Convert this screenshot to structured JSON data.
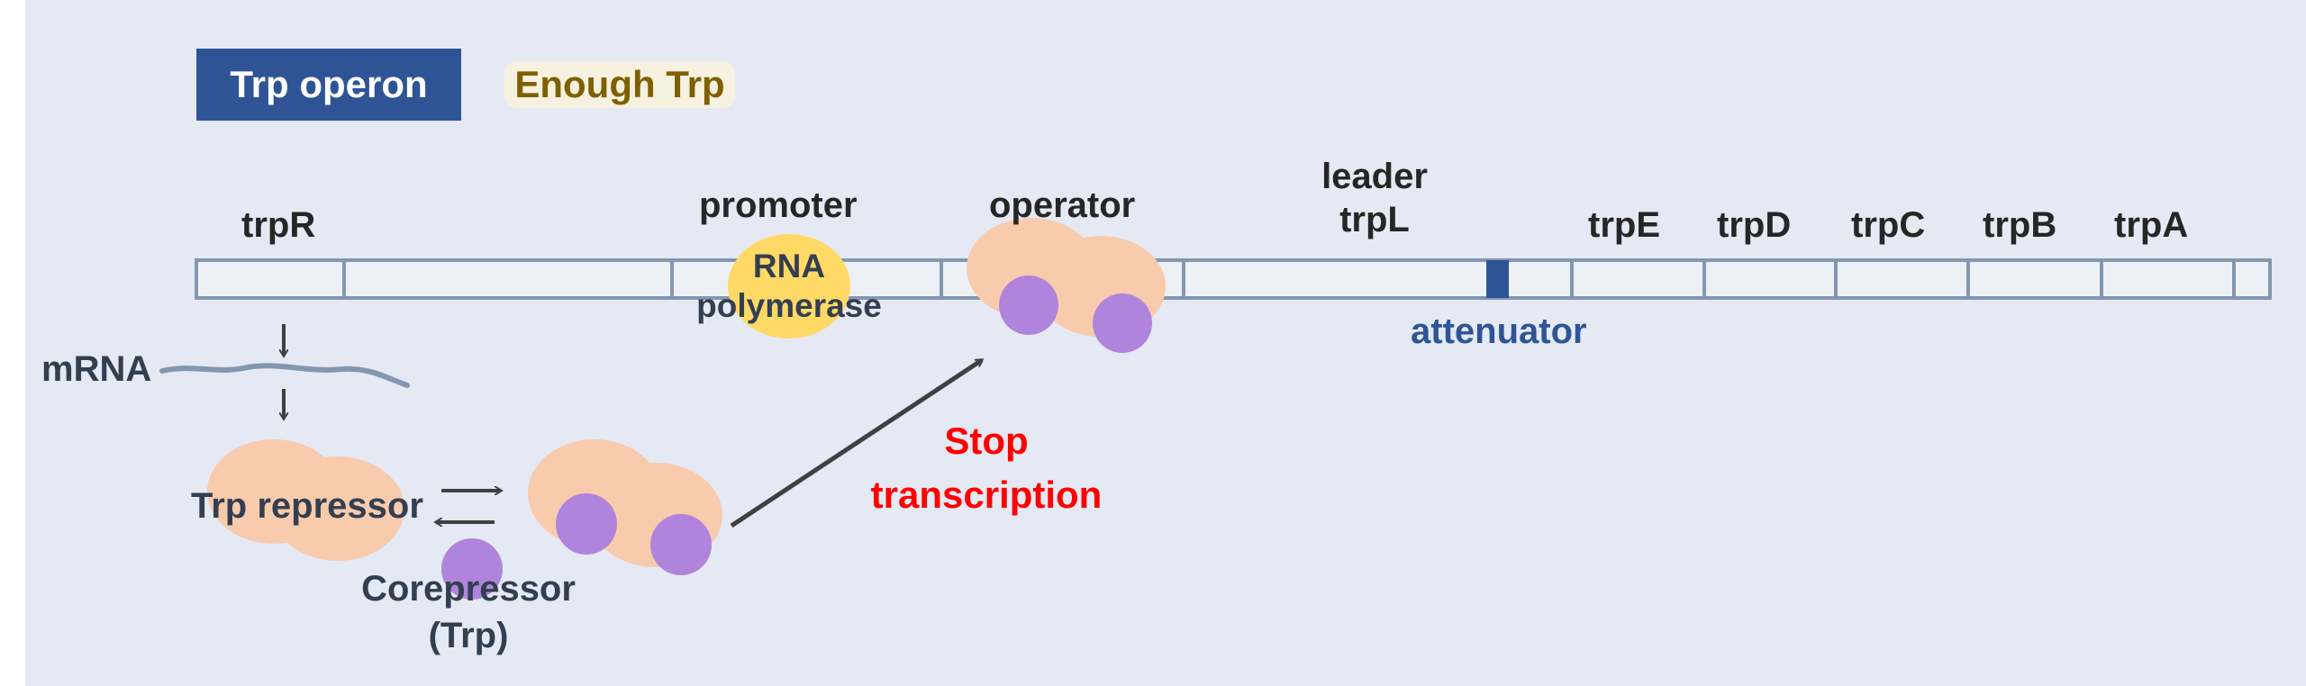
{
  "header": {
    "title": "Trp operon",
    "condition": "Enough Trp"
  },
  "genes": {
    "trpR": "trpR",
    "promoter": "promoter",
    "operator": "operator",
    "leader_line1": "leader",
    "leader_line2": "trpL",
    "trpE": "trpE",
    "trpD": "trpD",
    "trpC": "trpC",
    "trpB": "trpB",
    "trpA": "trpA"
  },
  "labels": {
    "rna_pol_line1": "RNA",
    "rna_pol_line2": "polymerase",
    "attenuator": "attenuator",
    "mrna": "mRNA",
    "repressor": "Trp repressor",
    "corepressor_line1": "Corepressor",
    "corepressor_line2": "(Trp)",
    "stop_line1": "Stop",
    "stop_line2": "transcription"
  },
  "colors": {
    "title_bg": "#2f5496",
    "condition_text": "#7f6000",
    "dna_fill": "#edf1f6",
    "dna_border": "#8497b0",
    "attenuator": "#2f5496",
    "polymerase": "#ffd966",
    "repressor": "#f8cbad",
    "corepressor": "#b084dc",
    "stop_text": "#ff0000",
    "arrow": "#404040"
  }
}
